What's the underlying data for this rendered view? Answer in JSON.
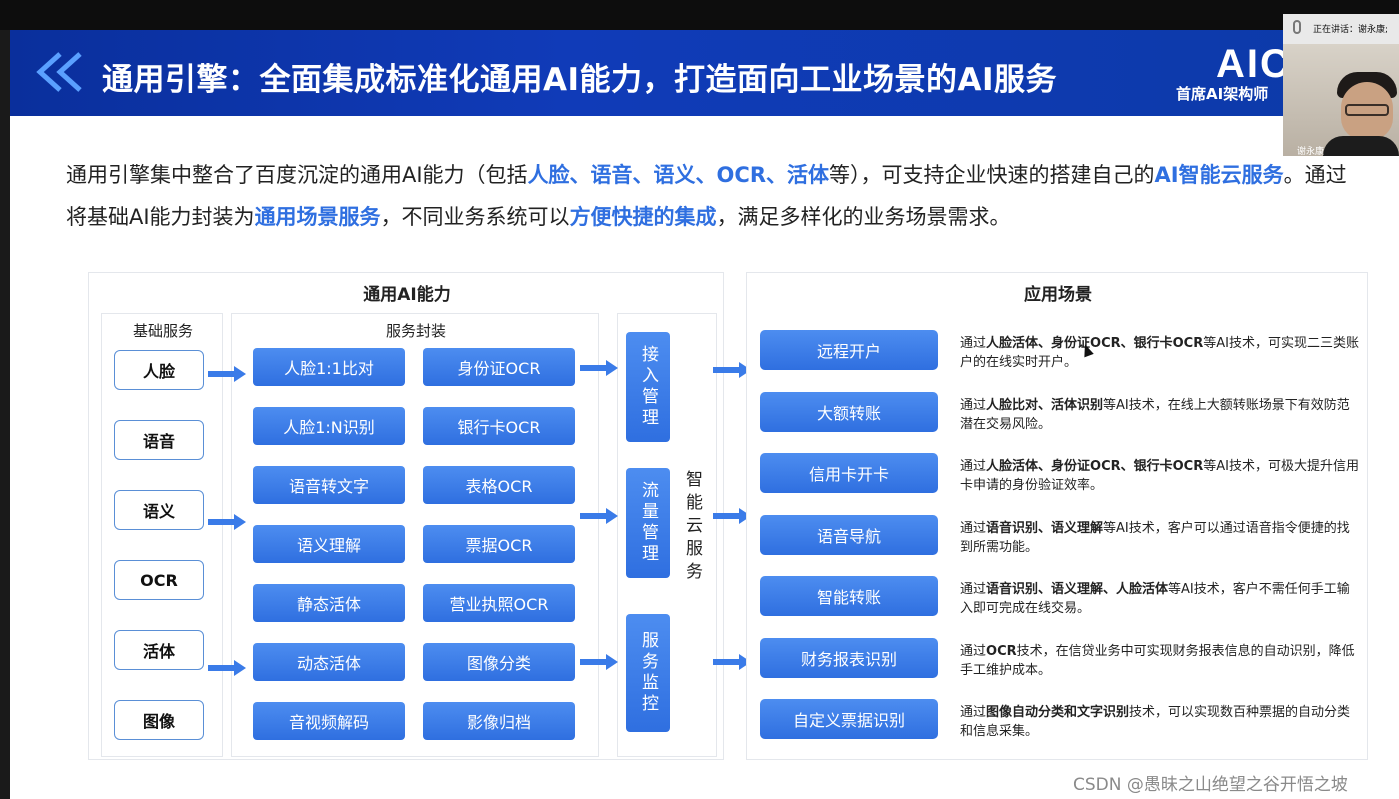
{
  "banner": {
    "title": "通用引擎：全面集成标准化通用AI能力，打造面向工业场景的AI服务",
    "brand": "AIC",
    "brand_sub": "首席AI架构师"
  },
  "intro": {
    "p1": "通用引擎集中整合了百度沉淀的通用AI能力（包括",
    "hl1": "人脸、语音、语义、OCR、活体",
    "p2": "等），可支持企业快速的搭建自己的",
    "hl2": "AI智能云服务",
    "p3": "。通过将基础AI能力封装为",
    "hl3": "通用场景服务",
    "p4": "，不同业务系统可以",
    "hl4": "方便快捷的集成",
    "p5": "，满足多样化的业务场景需求。"
  },
  "left_panel": {
    "title": "通用AI能力",
    "base_title": "基础服务",
    "base_items": [
      "人脸",
      "语音",
      "语义",
      "OCR",
      "活体",
      "图像"
    ],
    "pkg_title": "服务封装",
    "pkg_col1": [
      "人脸1:1比对",
      "人脸1:N识别",
      "语音转文字",
      "语义理解",
      "静态活体",
      "动态活体",
      "音视频解码"
    ],
    "pkg_col2": [
      "身份证OCR",
      "银行卡OCR",
      "表格OCR",
      "票据OCR",
      "营业执照OCR",
      "图像分类",
      "影像归档"
    ],
    "cloud_items": [
      "接入管理",
      "流量管理",
      "服务监控"
    ],
    "cloud_label": "智能云服务"
  },
  "right_panel": {
    "title": "应用场景",
    "scenes": [
      {
        "name": "远程开户",
        "pre": "通过",
        "bold": "人脸活体、身份证OCR、银行卡OCR",
        "post": "等AI技术，可实现二三类账户的在线实时开户。"
      },
      {
        "name": "大额转账",
        "pre": "通过",
        "bold": "人脸比对、活体识别",
        "post": "等AI技术，在线上大额转账场景下有效防范潜在交易风险。"
      },
      {
        "name": "信用卡开卡",
        "pre": "通过",
        "bold": "人脸活体、身份证OCR、银行卡OCR",
        "post": "等AI技术，可极大提升信用卡申请的身份验证效率。"
      },
      {
        "name": "语音导航",
        "pre": "通过",
        "bold": "语音识别、语义理解",
        "post": "等AI技术，客户可以通过语音指令便捷的找到所需功能。"
      },
      {
        "name": "智能转账",
        "pre": "通过",
        "bold": "语音识别、语义理解、人脸活体",
        "post": "等AI技术，客户不需任何手工输入即可完成在线交易。"
      },
      {
        "name": "财务报表识别",
        "pre": "通过",
        "bold": "OCR",
        "post": "技术，在信贷业务中可实现财务报表信息的自动识别，降低手工维护成本。"
      },
      {
        "name": "自定义票据识别",
        "pre": "通过",
        "bold": "图像自动分类和文字识别",
        "post": "技术，可以实现数百种票据的自动分类和信息采集。"
      }
    ]
  },
  "video": {
    "header": "正在讲话：谢永康;",
    "name": "谢永康"
  },
  "watermark": "CSDN @愚昧之山绝望之谷开悟之坡",
  "colors": {
    "banner": "#0c3aa8",
    "accent": "#2f6fe0",
    "highlight": "#2f6fe0"
  }
}
